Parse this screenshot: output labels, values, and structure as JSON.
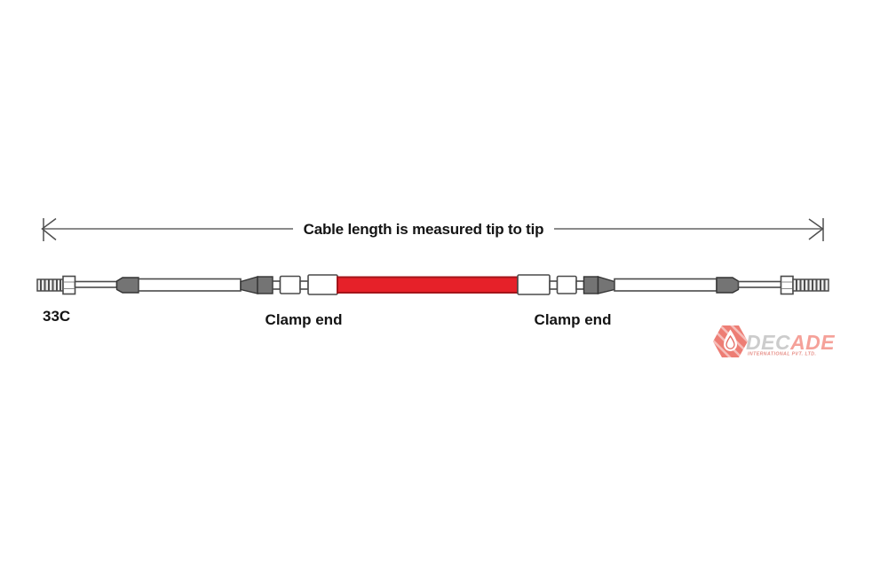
{
  "diagram": {
    "dimension_label": "Cable length is measured tip to tip",
    "model_label": "33C",
    "clamp_left_label": "Clamp end",
    "clamp_right_label": "Clamp end"
  },
  "watermark": {
    "brand_gray_part": "DEC",
    "brand_red_part": "ADE",
    "tagline": "INTERNATIONAL PVT. LTD."
  },
  "colors": {
    "cable_red": "#e62129",
    "cable_red_border": "#a4151a",
    "clamp_gray": "#747474",
    "outline_gray": "#4a4a4a",
    "dimension_line_gray": "#8a8a8a",
    "text_black": "#141414",
    "logo_hex_red": "#ec6f66",
    "logo_letters_gray": "#c7c7c7",
    "logo_letters_red": "#f4978f",
    "logo_tagline_red": "#e4837b"
  }
}
